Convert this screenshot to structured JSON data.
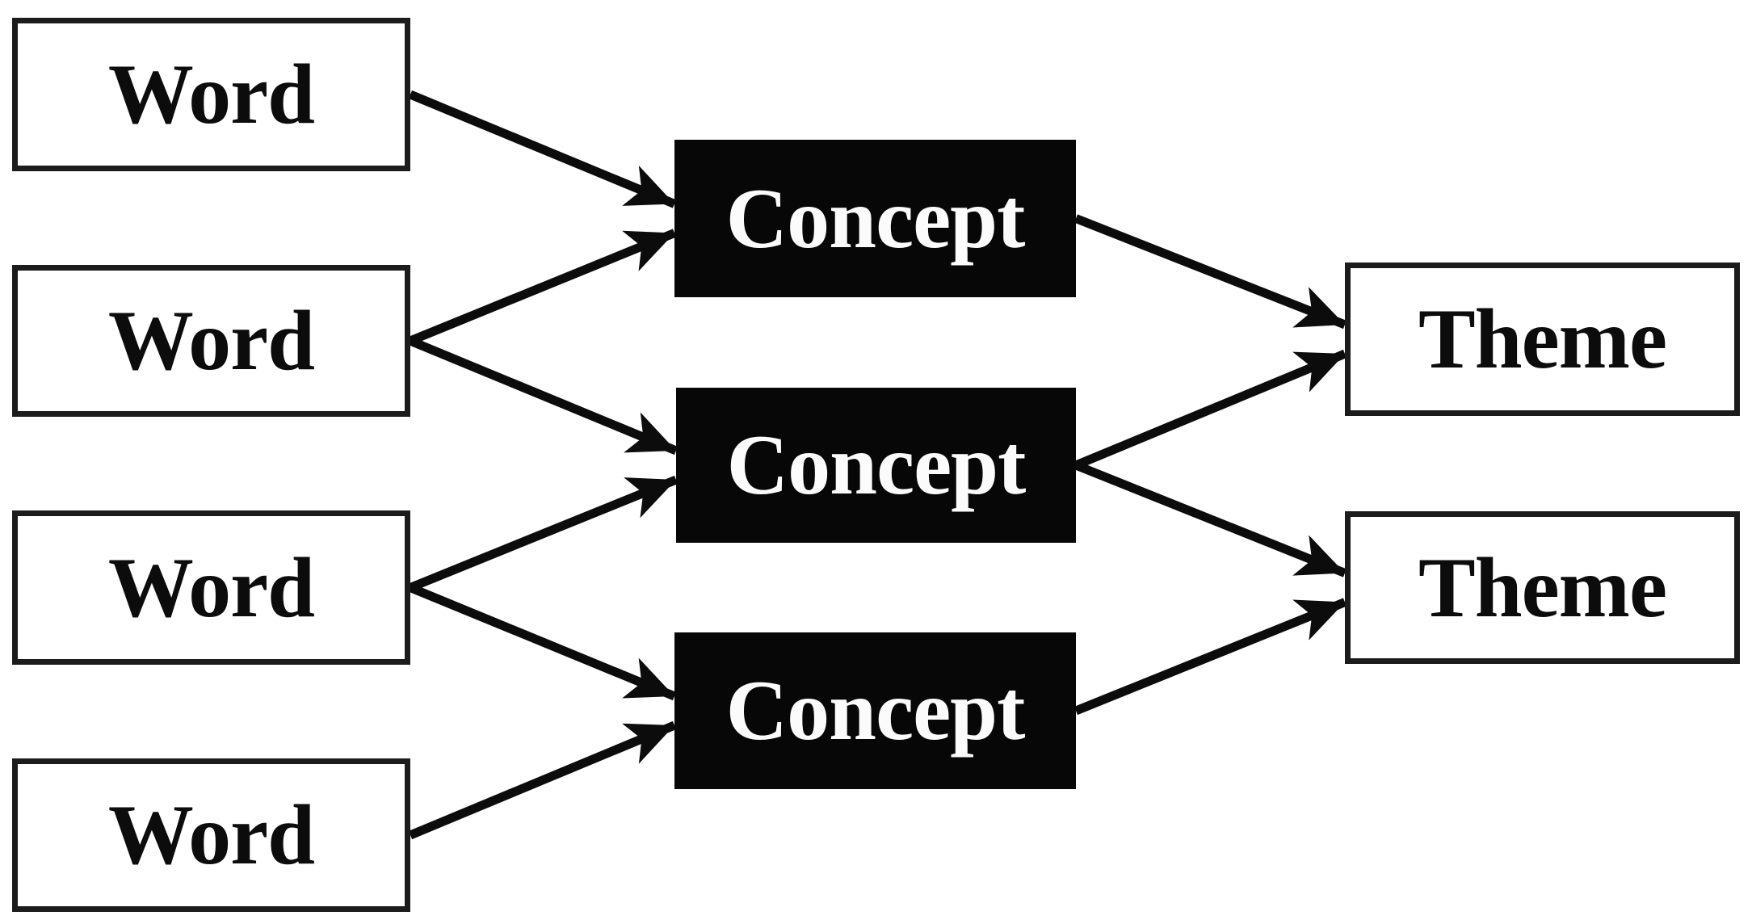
{
  "diagram": {
    "description": "Flow diagram mapping words to concepts to themes",
    "colors": {
      "paper": "#ffffff",
      "ink": "#0c0c0c",
      "box_border": "#1c1c1c",
      "concept_fill": "#070707",
      "concept_text": "#fbfbfb"
    },
    "nodes": [
      {
        "id": "word-1",
        "kind": "word",
        "label": "Word"
      },
      {
        "id": "word-2",
        "kind": "word",
        "label": "Word"
      },
      {
        "id": "word-3",
        "kind": "word",
        "label": "Word"
      },
      {
        "id": "word-4",
        "kind": "word",
        "label": "Word"
      },
      {
        "id": "concept-1",
        "kind": "concept",
        "label": "Concept"
      },
      {
        "id": "concept-2",
        "kind": "concept",
        "label": "Concept"
      },
      {
        "id": "concept-3",
        "kind": "concept",
        "label": "Concept"
      },
      {
        "id": "theme-1",
        "kind": "theme",
        "label": "Theme"
      },
      {
        "id": "theme-2",
        "kind": "theme",
        "label": "Theme"
      }
    ],
    "edges": [
      {
        "from": "word-1",
        "to": "concept-1"
      },
      {
        "from": "word-2",
        "to": "concept-1"
      },
      {
        "from": "word-2",
        "to": "concept-2"
      },
      {
        "from": "word-3",
        "to": "concept-2"
      },
      {
        "from": "word-3",
        "to": "concept-3"
      },
      {
        "from": "word-4",
        "to": "concept-3"
      },
      {
        "from": "concept-1",
        "to": "theme-1"
      },
      {
        "from": "concept-2",
        "to": "theme-1"
      },
      {
        "from": "concept-2",
        "to": "theme-2"
      },
      {
        "from": "concept-3",
        "to": "theme-2"
      }
    ]
  }
}
